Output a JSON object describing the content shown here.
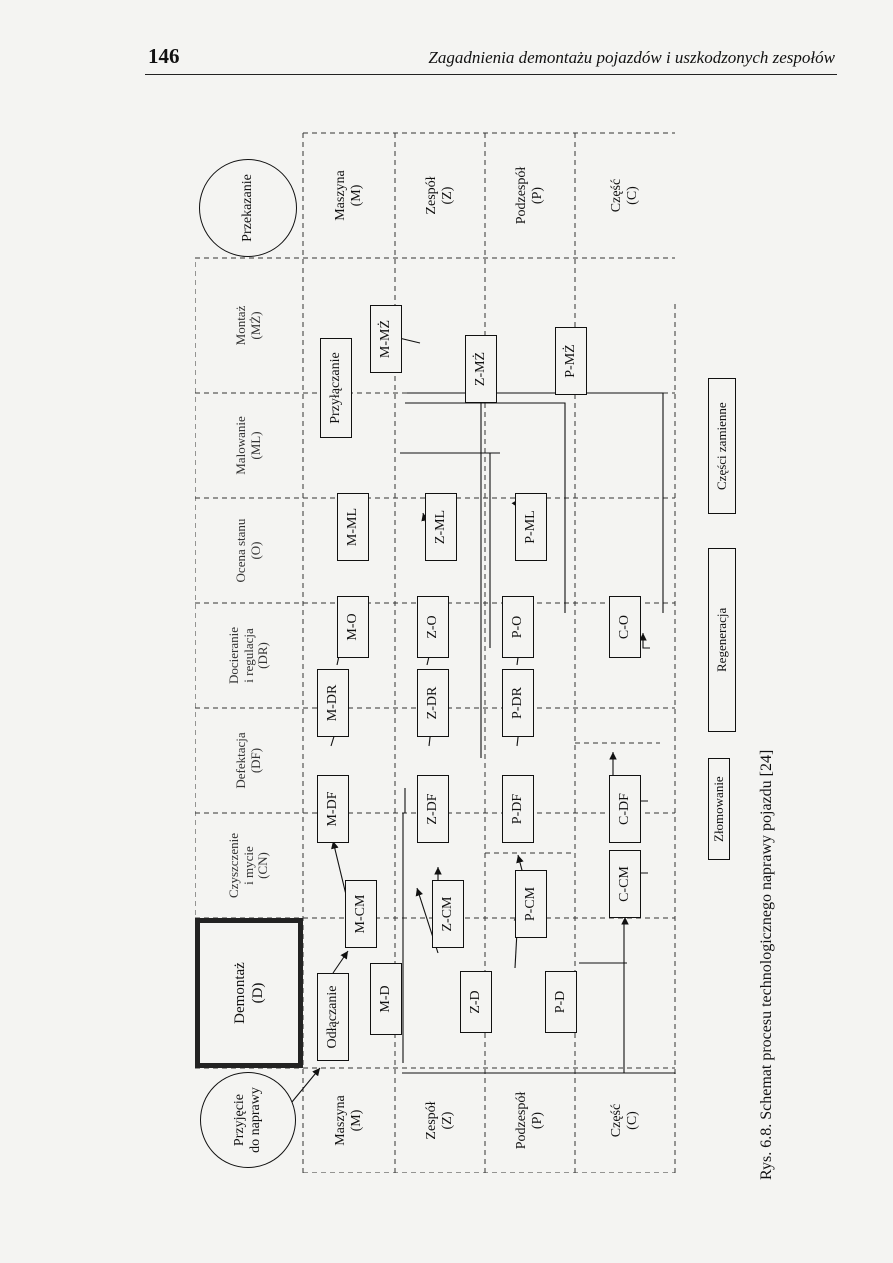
{
  "header": {
    "page_number": "146",
    "title": "Zagadnienia demontażu pojazdów i uszkodzonych zespołów"
  },
  "diagram": {
    "columns": [
      {
        "id": "D",
        "label": "Demontaż\n(D)"
      },
      {
        "id": "CN",
        "label": "Czyszczenie\ni mycie\n(CN)"
      },
      {
        "id": "DF",
        "label": "Defektacja\n(DF)"
      },
      {
        "id": "DR",
        "label": "Docieranie\ni regulacja\n(DR)"
      },
      {
        "id": "O",
        "label": "Ocena stanu\n(O)"
      },
      {
        "id": "ML",
        "label": "Malowanie\n(ML)"
      },
      {
        "id": "MZ",
        "label": "Montaż\n(MŻ)"
      }
    ],
    "rows": [
      {
        "id": "M",
        "label": "Maszyna\n(M)"
      },
      {
        "id": "Z",
        "label": "Zespół\n(Z)"
      },
      {
        "id": "P",
        "label": "Podzespół\n(P)"
      },
      {
        "id": "C",
        "label": "Część\n(C)"
      }
    ],
    "start": "Przyjęcie\ndo naprawy",
    "end": "Przekazanie",
    "boxes": {
      "odlaczanie": "Odłączanie",
      "m_d": "M-D",
      "z_d": "Z-D",
      "p_d": "P-D",
      "m_cm": "M-CM",
      "z_cm": "Z-CM",
      "p_cm": "P-CM",
      "c_cm": "C-CM",
      "m_df": "M-DF",
      "z_df": "Z-DF",
      "p_df": "P-DF",
      "c_df": "C-DF",
      "m_dr": "M-DR",
      "z_dr": "Z-DR",
      "p_dr": "P-DR",
      "m_o": "M-O",
      "z_o": "Z-O",
      "p_o": "P-O",
      "c_o": "C-O",
      "m_ml": "M-ML",
      "z_ml": "Z-ML",
      "p_ml": "P-ML",
      "przylaczanie": "Przyłączanie",
      "m_mz": "M-MŻ",
      "z_mz": "Z-MŻ",
      "p_mz": "P-MŻ"
    },
    "side_boxes": {
      "zlomowanie": "Złomowanie",
      "regeneracja": "Regeneracja",
      "czesci_zamienne": "Części zamienne"
    }
  },
  "caption": "Rys. 6.8. Schemat procesu technologicznego naprawy pojazdu [24]"
}
